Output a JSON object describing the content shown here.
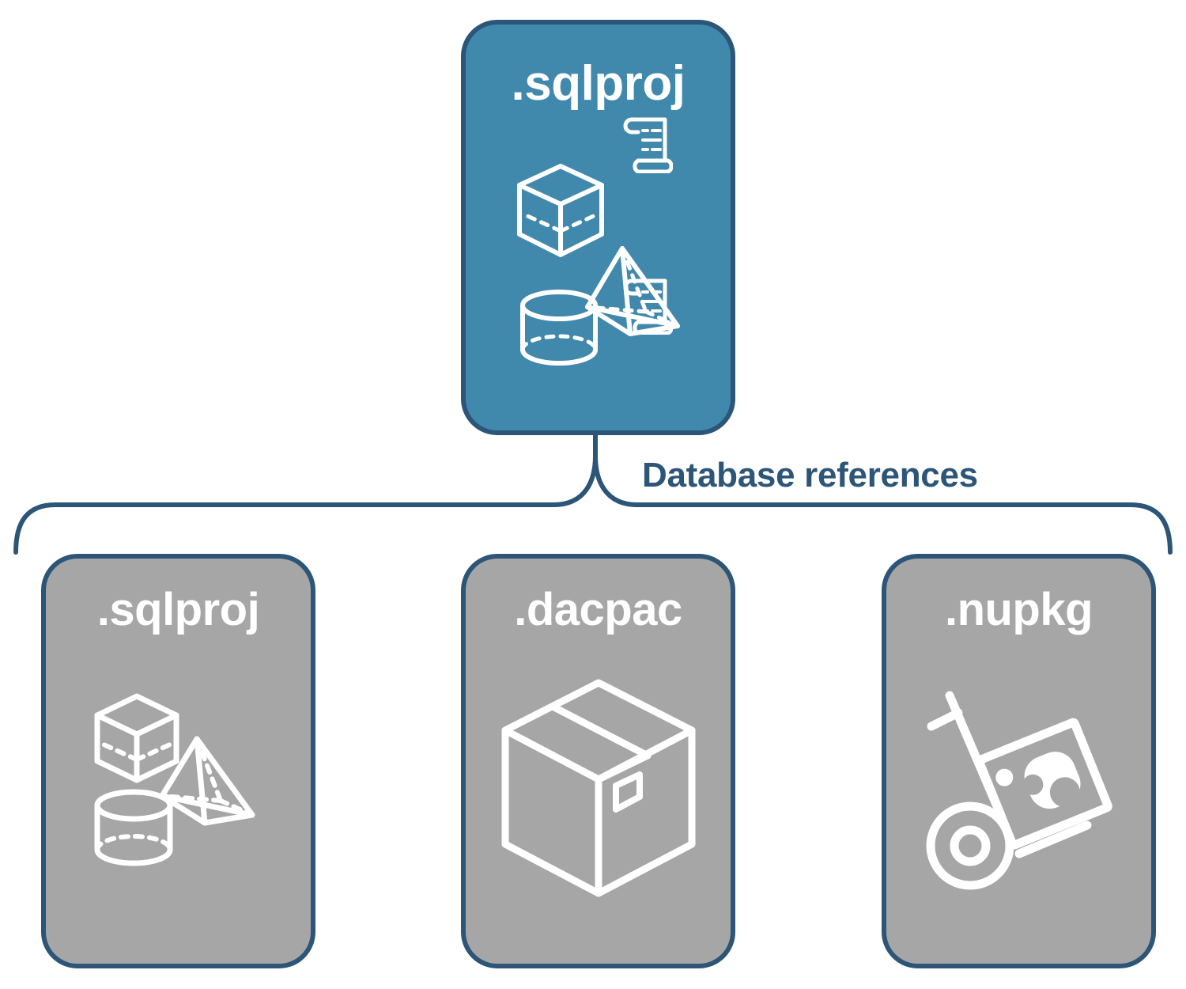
{
  "diagram": {
    "title": "Database references",
    "colors": {
      "primary_fill": "#4189AC",
      "secondary_fill": "#A6A6A6",
      "stroke": "#2C5578",
      "icon": "#FFFFFF",
      "background": "#FFFFFF"
    },
    "root": {
      "label": ".sqlproj",
      "fill": "#4189AC",
      "icons": [
        "wireframe-cube-icon",
        "wireframe-pyramid-icon",
        "wireframe-cylinder-icon",
        "script-scroll-icon",
        "script-scroll-icon"
      ]
    },
    "connector": {
      "label": "Database references",
      "style": "curly-brace-bracket",
      "color": "#2C5578"
    },
    "references": [
      {
        "label": ".sqlproj",
        "fill": "#A6A6A6",
        "icons": [
          "wireframe-cube-icon",
          "wireframe-pyramid-icon",
          "wireframe-cylinder-icon"
        ]
      },
      {
        "label": ".dacpac",
        "fill": "#A6A6A6",
        "icons": [
          "package-box-icon"
        ]
      },
      {
        "label": ".nupkg",
        "fill": "#A6A6A6",
        "icons": [
          "nuget-hand-truck-icon"
        ]
      }
    ]
  }
}
